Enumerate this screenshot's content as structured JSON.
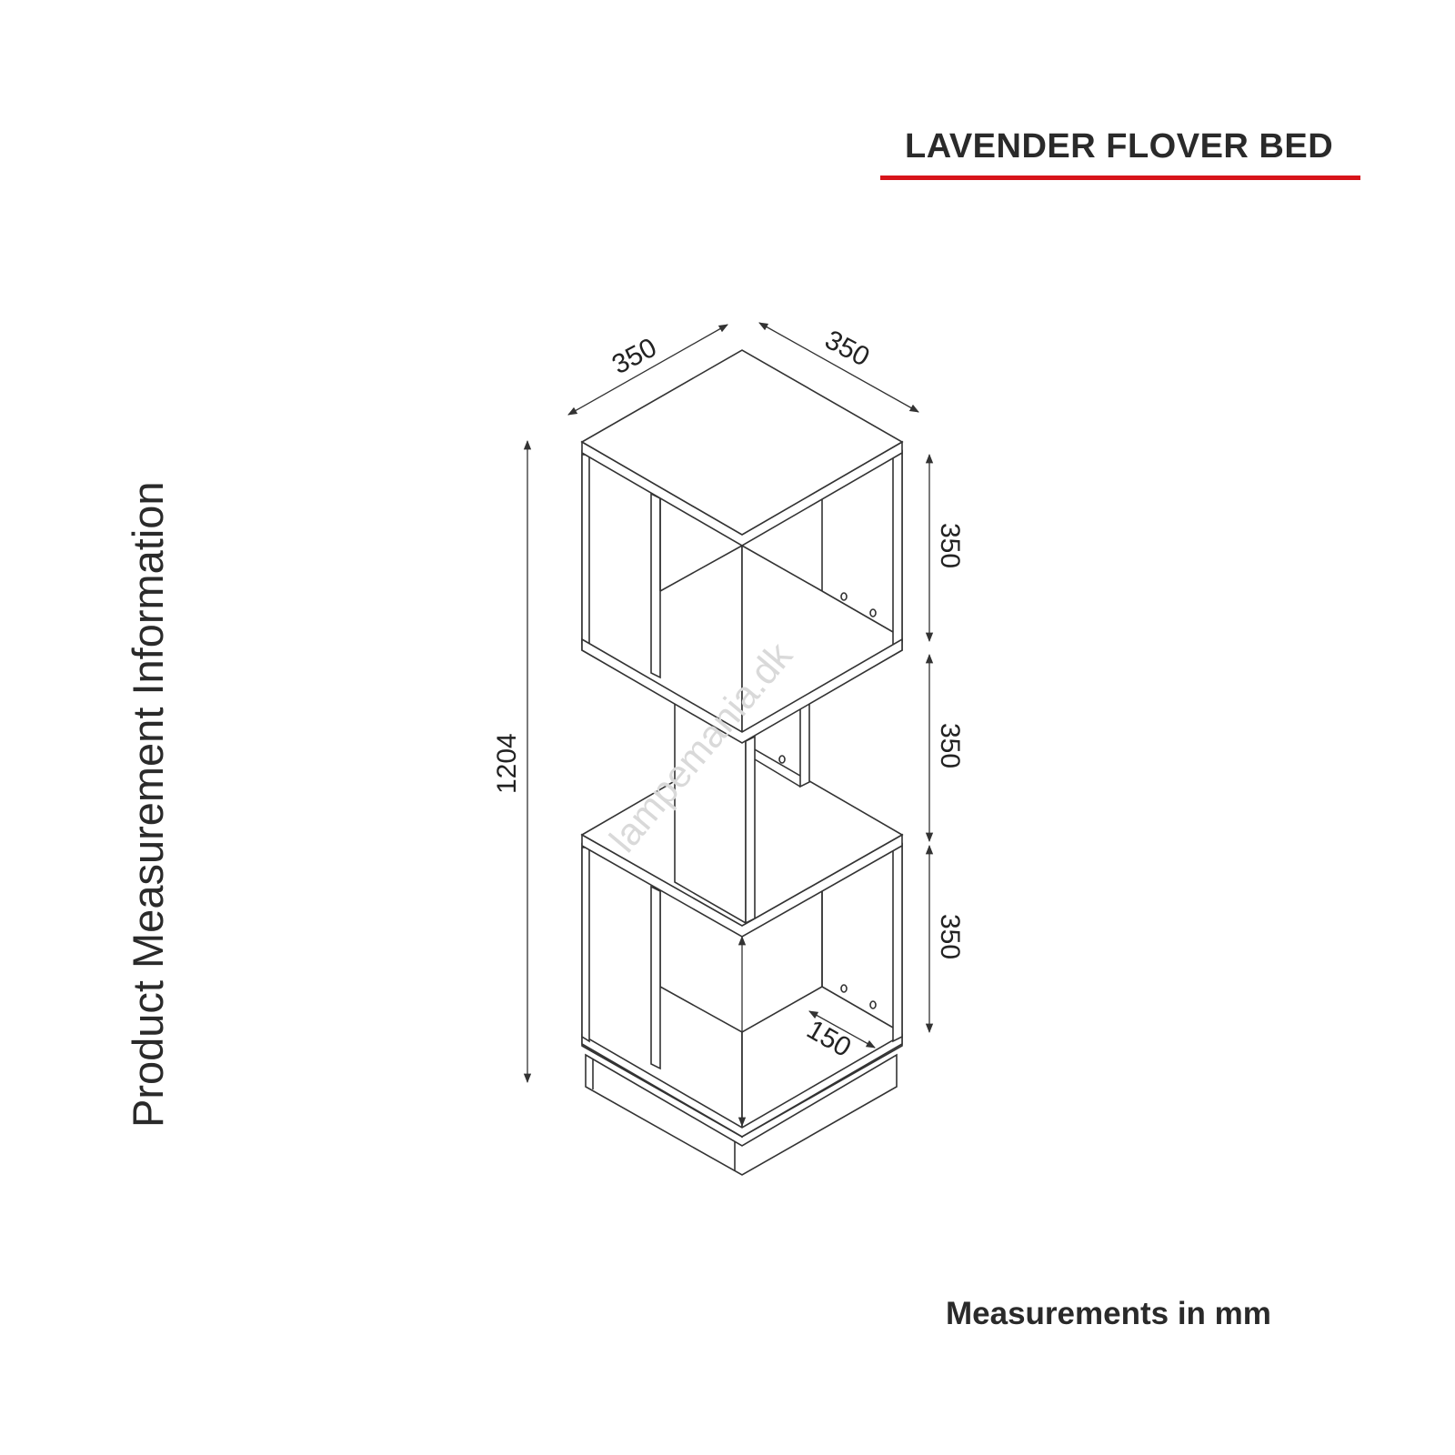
{
  "title": "LAVENDER FLOVER BED",
  "side_label": "Product Measurement Information",
  "units_note": "Measurements in mm",
  "watermark": "lampemania.dk",
  "dimensions": {
    "depth": "350",
    "width": "350",
    "total_height": "1204",
    "tier_top": "350",
    "tier_middle": "350",
    "tier_bottom": "350",
    "shelf_offset": "150"
  },
  "colors": {
    "accent": "#d7141a",
    "text": "#2a2a2a"
  }
}
